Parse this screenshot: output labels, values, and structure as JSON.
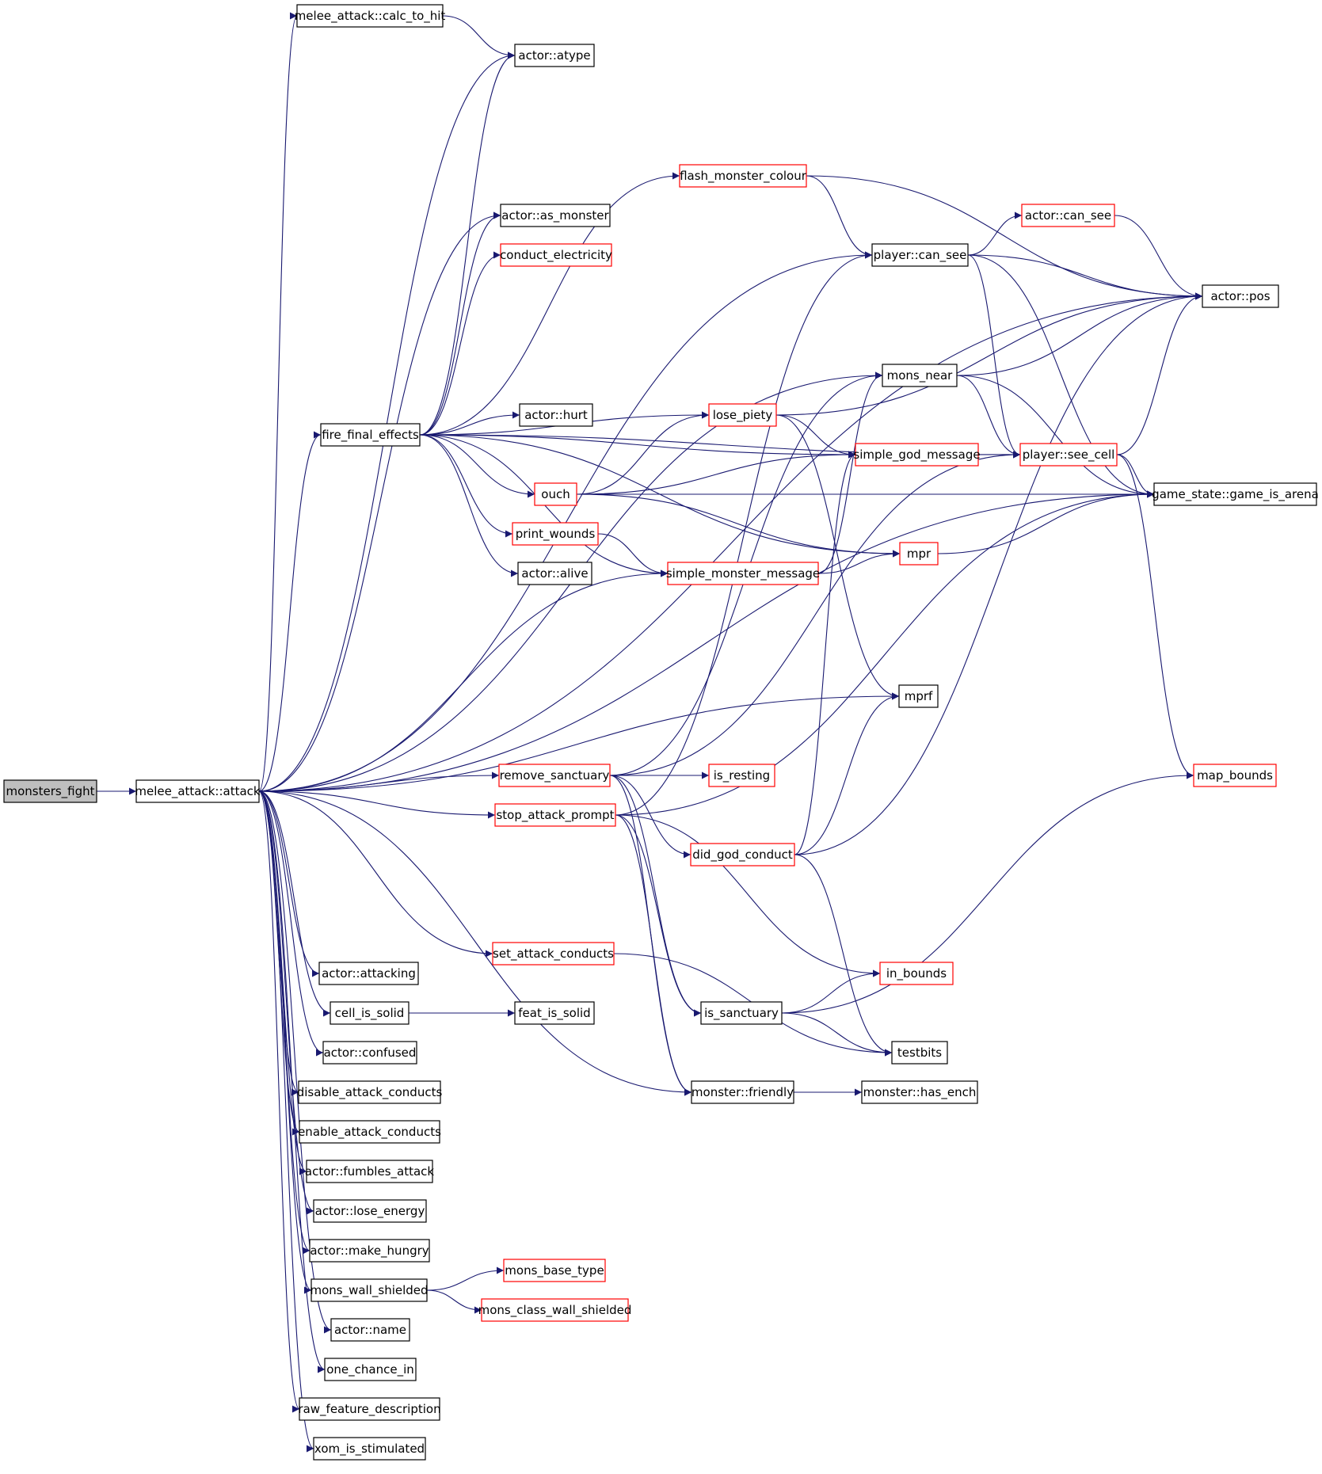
{
  "colors": {
    "edge": "#191970",
    "node_border": "#000000",
    "node_border_incomplete": "#ff0000",
    "root_fill": "#bfbfbf",
    "node_fill": "#ffffff"
  },
  "nodes": [
    {
      "id": "monsters_fight",
      "label": "monsters_fight",
      "style": "root"
    },
    {
      "id": "melee_attack_attack",
      "label": "melee_attack::attack",
      "style": "black"
    },
    {
      "id": "melee_attack_calc_to_hit",
      "label": "melee_attack::calc_to_hit",
      "style": "black"
    },
    {
      "id": "actor_atype",
      "label": "actor::atype",
      "style": "black"
    },
    {
      "id": "flash_monster_colour",
      "label": "flash_monster_colour",
      "style": "red"
    },
    {
      "id": "actor_as_monster",
      "label": "actor::as_monster",
      "style": "black"
    },
    {
      "id": "conduct_electricity",
      "label": "conduct_electricity",
      "style": "red"
    },
    {
      "id": "actor_can_see",
      "label": "actor::can_see",
      "style": "red"
    },
    {
      "id": "player_can_see",
      "label": "player::can_see",
      "style": "black"
    },
    {
      "id": "actor_pos",
      "label": "actor::pos",
      "style": "black"
    },
    {
      "id": "mons_near",
      "label": "mons_near",
      "style": "black"
    },
    {
      "id": "actor_hurt",
      "label": "actor::hurt",
      "style": "black"
    },
    {
      "id": "lose_piety",
      "label": "lose_piety",
      "style": "red"
    },
    {
      "id": "fire_final_effects",
      "label": "fire_final_effects",
      "style": "black"
    },
    {
      "id": "simple_god_message",
      "label": "simple_god_message",
      "style": "red"
    },
    {
      "id": "player_see_cell",
      "label": "player::see_cell",
      "style": "red"
    },
    {
      "id": "ouch",
      "label": "ouch",
      "style": "red"
    },
    {
      "id": "game_is_arena",
      "label": "game_state::game_is_arena",
      "style": "black"
    },
    {
      "id": "print_wounds",
      "label": "print_wounds",
      "style": "red"
    },
    {
      "id": "mpr",
      "label": "mpr",
      "style": "red"
    },
    {
      "id": "actor_alive",
      "label": "actor::alive",
      "style": "black"
    },
    {
      "id": "simple_monster_message",
      "label": "simple_monster_message",
      "style": "red"
    },
    {
      "id": "mprf",
      "label": "mprf",
      "style": "black"
    },
    {
      "id": "remove_sanctuary",
      "label": "remove_sanctuary",
      "style": "red"
    },
    {
      "id": "is_resting",
      "label": "is_resting",
      "style": "red"
    },
    {
      "id": "map_bounds",
      "label": "map_bounds",
      "style": "red"
    },
    {
      "id": "stop_attack_prompt",
      "label": "stop_attack_prompt",
      "style": "red"
    },
    {
      "id": "did_god_conduct",
      "label": "did_god_conduct",
      "style": "red"
    },
    {
      "id": "set_attack_conducts",
      "label": "set_attack_conducts",
      "style": "red"
    },
    {
      "id": "actor_attacking",
      "label": "actor::attacking",
      "style": "black"
    },
    {
      "id": "in_bounds",
      "label": "in_bounds",
      "style": "red"
    },
    {
      "id": "cell_is_solid",
      "label": "cell_is_solid",
      "style": "black"
    },
    {
      "id": "feat_is_solid",
      "label": "feat_is_solid",
      "style": "black"
    },
    {
      "id": "is_sanctuary",
      "label": "is_sanctuary",
      "style": "black"
    },
    {
      "id": "actor_confused",
      "label": "actor::confused",
      "style": "black"
    },
    {
      "id": "testbits",
      "label": "testbits",
      "style": "black"
    },
    {
      "id": "disable_attack_conducts",
      "label": "disable_attack_conducts",
      "style": "black"
    },
    {
      "id": "monster_friendly",
      "label": "monster::friendly",
      "style": "black"
    },
    {
      "id": "monster_has_ench",
      "label": "monster::has_ench",
      "style": "black"
    },
    {
      "id": "enable_attack_conducts",
      "label": "enable_attack_conducts",
      "style": "black"
    },
    {
      "id": "actor_fumbles_attack",
      "label": "actor::fumbles_attack",
      "style": "black"
    },
    {
      "id": "actor_lose_energy",
      "label": "actor::lose_energy",
      "style": "black"
    },
    {
      "id": "actor_make_hungry",
      "label": "actor::make_hungry",
      "style": "black"
    },
    {
      "id": "mons_base_type",
      "label": "mons_base_type",
      "style": "red"
    },
    {
      "id": "mons_wall_shielded",
      "label": "mons_wall_shielded",
      "style": "black"
    },
    {
      "id": "mons_class_wall_shielded",
      "label": "mons_class_wall_shielded",
      "style": "red"
    },
    {
      "id": "actor_name",
      "label": "actor::name",
      "style": "black"
    },
    {
      "id": "one_chance_in",
      "label": "one_chance_in",
      "style": "black"
    },
    {
      "id": "raw_feature_description",
      "label": "raw_feature_description",
      "style": "black"
    },
    {
      "id": "xom_is_stimulated",
      "label": "xom_is_stimulated",
      "style": "black"
    }
  ],
  "edges": [
    [
      "monsters_fight",
      "melee_attack_attack"
    ],
    [
      "melee_attack_attack",
      "melee_attack_calc_to_hit"
    ],
    [
      "melee_attack_attack",
      "actor_atype"
    ],
    [
      "melee_attack_attack",
      "actor_pos"
    ],
    [
      "melee_attack_attack",
      "player_can_see"
    ],
    [
      "melee_attack_attack",
      "mons_near"
    ],
    [
      "melee_attack_attack",
      "actor_as_monster"
    ],
    [
      "melee_attack_attack",
      "fire_final_effects"
    ],
    [
      "melee_attack_attack",
      "simple_monster_message"
    ],
    [
      "melee_attack_attack",
      "mprf"
    ],
    [
      "melee_attack_attack",
      "remove_sanctuary"
    ],
    [
      "melee_attack_attack",
      "stop_attack_prompt"
    ],
    [
      "melee_attack_attack",
      "game_is_arena"
    ],
    [
      "melee_attack_attack",
      "monster_friendly"
    ],
    [
      "melee_attack_attack",
      "set_attack_conducts"
    ],
    [
      "melee_attack_attack",
      "actor_attacking"
    ],
    [
      "melee_attack_attack",
      "cell_is_solid"
    ],
    [
      "melee_attack_attack",
      "actor_confused"
    ],
    [
      "melee_attack_attack",
      "disable_attack_conducts"
    ],
    [
      "melee_attack_attack",
      "enable_attack_conducts"
    ],
    [
      "melee_attack_attack",
      "actor_fumbles_attack"
    ],
    [
      "melee_attack_attack",
      "actor_lose_energy"
    ],
    [
      "melee_attack_attack",
      "actor_make_hungry"
    ],
    [
      "melee_attack_attack",
      "mons_wall_shielded"
    ],
    [
      "melee_attack_attack",
      "actor_name"
    ],
    [
      "melee_attack_attack",
      "one_chance_in"
    ],
    [
      "melee_attack_attack",
      "raw_feature_description"
    ],
    [
      "melee_attack_attack",
      "xom_is_stimulated"
    ],
    [
      "melee_attack_calc_to_hit",
      "actor_atype"
    ],
    [
      "fire_final_effects",
      "actor_atype"
    ],
    [
      "fire_final_effects",
      "actor_as_monster"
    ],
    [
      "fire_final_effects",
      "conduct_electricity"
    ],
    [
      "fire_final_effects",
      "flash_monster_colour"
    ],
    [
      "fire_final_effects",
      "simple_god_message"
    ],
    [
      "fire_final_effects",
      "player_see_cell"
    ],
    [
      "fire_final_effects",
      "actor_hurt"
    ],
    [
      "fire_final_effects",
      "lose_piety"
    ],
    [
      "fire_final_effects",
      "ouch"
    ],
    [
      "fire_final_effects",
      "print_wounds"
    ],
    [
      "fire_final_effects",
      "actor_alive"
    ],
    [
      "fire_final_effects",
      "simple_monster_message"
    ],
    [
      "fire_final_effects",
      "mpr"
    ],
    [
      "flash_monster_colour",
      "actor_pos"
    ],
    [
      "flash_monster_colour",
      "player_can_see"
    ],
    [
      "player_can_see",
      "actor_can_see"
    ],
    [
      "player_can_see",
      "actor_pos"
    ],
    [
      "player_can_see",
      "player_see_cell"
    ],
    [
      "player_can_see",
      "game_is_arena"
    ],
    [
      "actor_can_see",
      "actor_pos"
    ],
    [
      "mons_near",
      "actor_pos"
    ],
    [
      "mons_near",
      "player_see_cell"
    ],
    [
      "mons_near",
      "game_is_arena"
    ],
    [
      "player_see_cell",
      "actor_pos"
    ],
    [
      "player_see_cell",
      "game_is_arena"
    ],
    [
      "player_see_cell",
      "map_bounds"
    ],
    [
      "lose_piety",
      "actor_pos"
    ],
    [
      "lose_piety",
      "simple_god_message"
    ],
    [
      "lose_piety",
      "mprf"
    ],
    [
      "ouch",
      "lose_piety"
    ],
    [
      "ouch",
      "simple_god_message"
    ],
    [
      "ouch",
      "game_is_arena"
    ],
    [
      "ouch",
      "mpr"
    ],
    [
      "print_wounds",
      "simple_monster_message"
    ],
    [
      "simple_monster_message",
      "mons_near"
    ],
    [
      "simple_monster_message",
      "mpr"
    ],
    [
      "mpr",
      "game_is_arena"
    ],
    [
      "remove_sanctuary",
      "is_resting"
    ],
    [
      "remove_sanctuary",
      "mons_near"
    ],
    [
      "remove_sanctuary",
      "player_see_cell"
    ],
    [
      "remove_sanctuary",
      "did_god_conduct"
    ],
    [
      "remove_sanctuary",
      "is_sanctuary"
    ],
    [
      "remove_sanctuary",
      "monster_friendly"
    ],
    [
      "stop_attack_prompt",
      "player_can_see"
    ],
    [
      "stop_attack_prompt",
      "in_bounds"
    ],
    [
      "stop_attack_prompt",
      "is_sanctuary"
    ],
    [
      "stop_attack_prompt",
      "monster_friendly"
    ],
    [
      "stop_attack_prompt",
      "game_is_arena"
    ],
    [
      "did_god_conduct",
      "simple_god_message"
    ],
    [
      "did_god_conduct",
      "mprf"
    ],
    [
      "did_god_conduct",
      "actor_pos"
    ],
    [
      "did_god_conduct",
      "testbits"
    ],
    [
      "set_attack_conducts",
      "testbits"
    ],
    [
      "cell_is_solid",
      "feat_is_solid"
    ],
    [
      "is_sanctuary",
      "in_bounds"
    ],
    [
      "is_sanctuary",
      "map_bounds"
    ],
    [
      "is_sanctuary",
      "testbits"
    ],
    [
      "monster_friendly",
      "monster_has_ench"
    ],
    [
      "mons_wall_shielded",
      "mons_base_type"
    ],
    [
      "mons_wall_shielded",
      "mons_class_wall_shielded"
    ]
  ]
}
